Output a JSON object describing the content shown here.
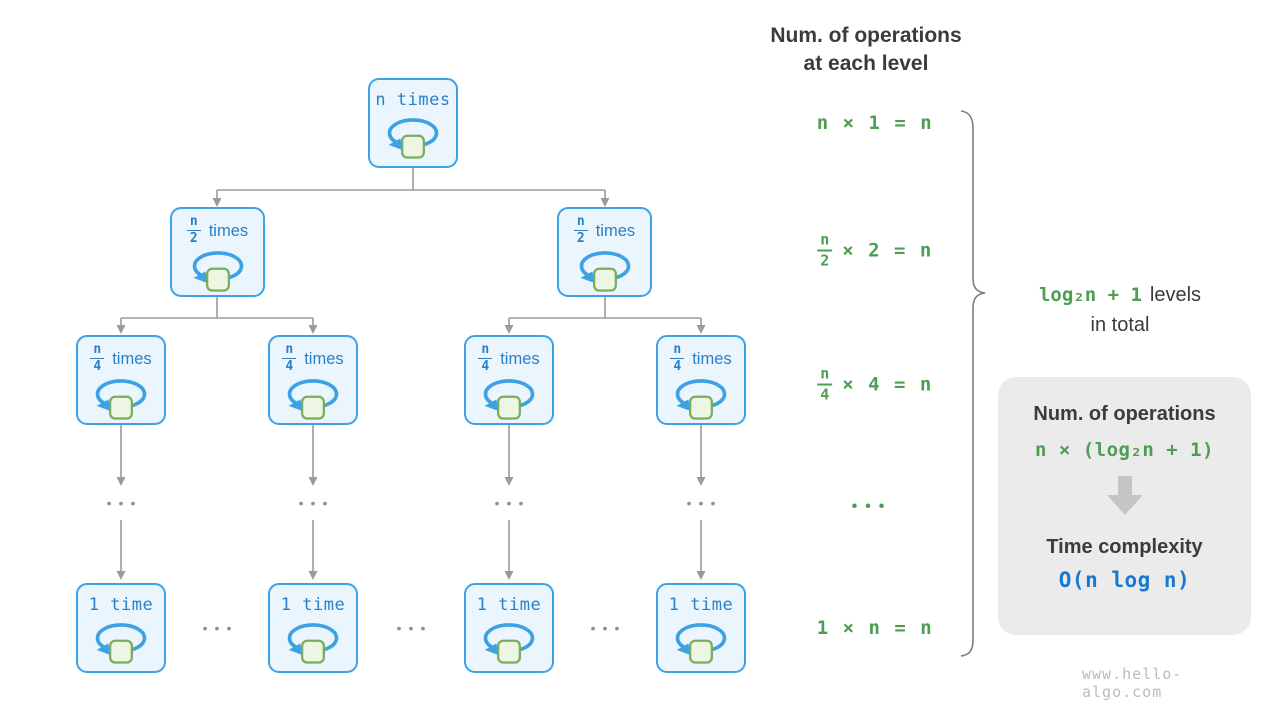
{
  "header": {
    "line1": "Num. of operations",
    "line2": "at each level"
  },
  "tree": {
    "root_label": "n times",
    "level2": {
      "numerator": "n",
      "denominator": "2",
      "suffix": "times"
    },
    "level3": {
      "numerator": "n",
      "denominator": "4",
      "suffix": "times"
    },
    "leaf_label": "1 time",
    "ellipsis": "•••"
  },
  "level_formulas": {
    "row1": "n × 1 = n",
    "row2": {
      "numerator": "n",
      "denominator": "2",
      "rest": "× 2 = n"
    },
    "row3": {
      "numerator": "n",
      "denominator": "4",
      "rest": "× 4 = n"
    },
    "ellipsis": "•••",
    "row5": "1 × n = n"
  },
  "levels_total": {
    "formula": "log₂n + 1",
    "suffix": "levels",
    "line2": "in total"
  },
  "summary": {
    "operations_title": "Num. of operations",
    "operations_formula": "n × (log₂n + 1)",
    "complexity_title": "Time complexity",
    "complexity_formula": "O(n log n)"
  },
  "watermark": "www.hello-algo.com",
  "colors": {
    "node_border_blue": "#3da2e4",
    "node_fill_blue": "#eaf5fd",
    "node_text_blue": "#2b80c5",
    "loop_square_fill": "#edf6e2",
    "loop_square_stroke": "#7cab5e",
    "formula_green": "#4d9e53",
    "connector_gray": "#9b9b9b",
    "complexity_blue": "#1778d2",
    "summary_box_bg": "#ebebeb"
  }
}
